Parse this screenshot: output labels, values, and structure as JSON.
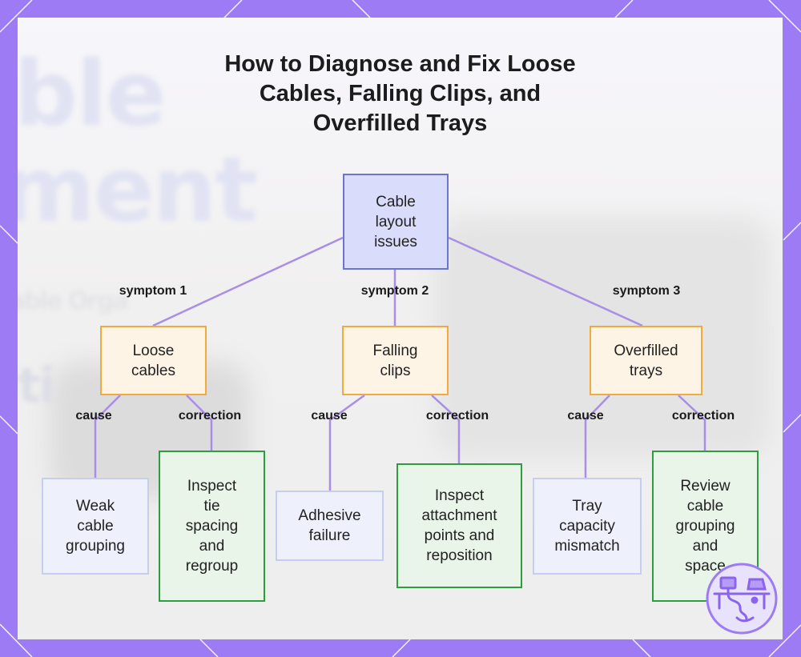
{
  "title": [
    "How to Diagnose and Fix Loose",
    "Cables, Falling Clips, and",
    "Overfilled Trays"
  ],
  "background_words": [
    "ble",
    "ment",
    "able Orga",
    "ti"
  ],
  "root": {
    "lines": [
      "Cable",
      "layout",
      "issues"
    ]
  },
  "symptoms": [
    {
      "edge_label": "symptom 1",
      "lines": [
        "Loose",
        "cables"
      ],
      "cause": {
        "edge_label": "cause",
        "lines": [
          "Weak",
          "cable",
          "grouping"
        ]
      },
      "correction": {
        "edge_label": "correction",
        "lines": [
          "Inspect",
          "tie",
          "spacing",
          "and",
          "regroup"
        ]
      }
    },
    {
      "edge_label": "symptom 2",
      "lines": [
        "Falling",
        "clips"
      ],
      "cause": {
        "edge_label": "cause",
        "lines": [
          "Adhesive",
          "failure"
        ]
      },
      "correction": {
        "edge_label": "correction",
        "lines": [
          "Inspect",
          "attachment",
          "points and",
          "reposition"
        ]
      }
    },
    {
      "edge_label": "symptom 3",
      "lines": [
        "Overfilled",
        "trays"
      ],
      "cause": {
        "edge_label": "cause",
        "lines": [
          "Tray",
          "capacity",
          "mismatch"
        ]
      },
      "correction": {
        "edge_label": "correction",
        "lines": [
          "Review",
          "cable",
          "grouping",
          "and",
          "space"
        ]
      }
    }
  ],
  "colors": {
    "frame": "#9c7bf5",
    "edge": "#a98ee6",
    "root_fill": "#dadcfc",
    "root_border": "#6d74cf",
    "symptom_fill": "#fdf4e6",
    "symptom_border": "#f2aa3c",
    "cause_fill": "#eef0fb",
    "cause_border": "#c6cdee",
    "correction_fill": "#e8f5e8",
    "correction_border": "#2e9c3f"
  },
  "logo_icon": "workstation-network-icon"
}
